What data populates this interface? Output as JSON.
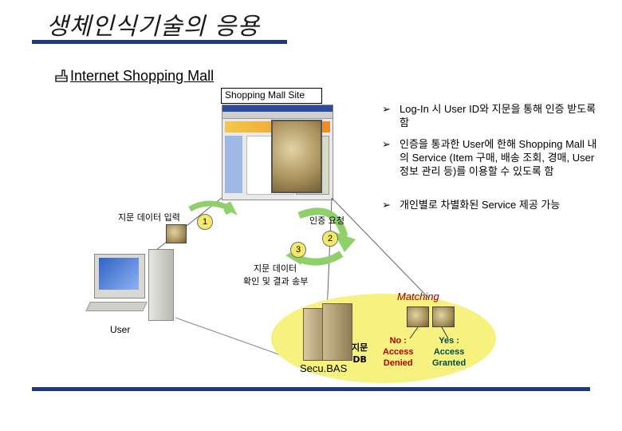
{
  "title": "생체인식기술의 응용",
  "subheading": "Internet Shopping Mall",
  "site_caption": "Shopping Mall Site",
  "bullets": [
    "Log-In 시 User ID와 지문을 통해 인증 받도록 함",
    "인증을 통과한 User에 한해 Shopping Mall 내의 Service (Item 구매, 배송 조회, 경매, User 정보 관리 등)를 이용할 수 있도록 함",
    "개인별로 차별화된 Service 제공 가능"
  ],
  "steps": {
    "one": "1",
    "two": "2",
    "three": "3",
    "input_label": "지문 데이터 입력",
    "auth_label": "인증 요청",
    "confirm_label_1": "지문 데이터",
    "confirm_label_2": "확인 및 결과 송부"
  },
  "user_label": "User",
  "server": {
    "name": "Secu.BAS",
    "db_label_1": "지문",
    "db_label_2": "DB"
  },
  "matching": {
    "title": "Matching",
    "no_1": "No :",
    "no_2": "Access",
    "no_3": "Denied",
    "yes_1": "Yes :",
    "yes_2": "Access",
    "yes_3": "Granted"
  },
  "colors": {
    "rule": "#1f3a78",
    "arrow_green": "#8fd06a",
    "matching_red": "#9a0000",
    "ellipse": "#f7f280",
    "no_color": "#b00000",
    "yes_color": "#004a40"
  }
}
